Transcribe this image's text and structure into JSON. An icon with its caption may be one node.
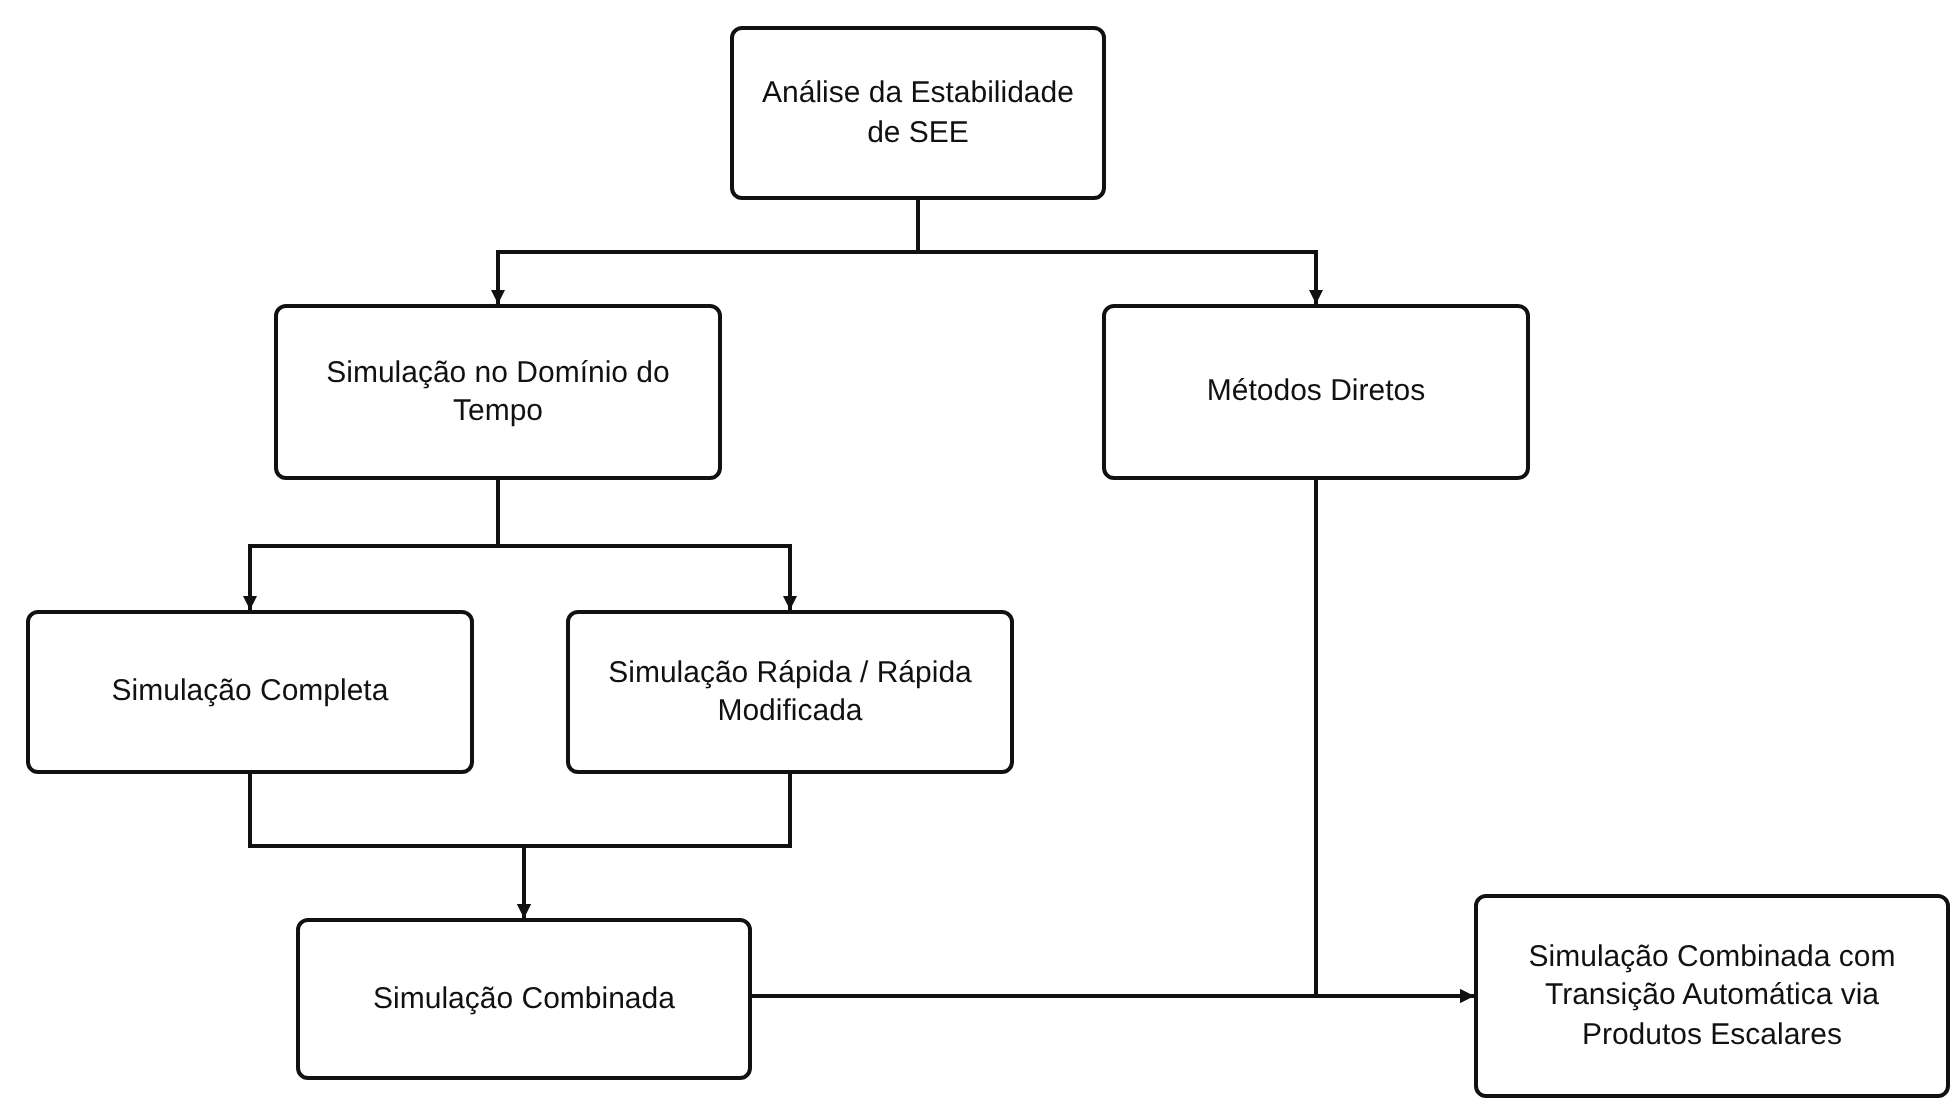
{
  "diagram": {
    "nodes": [
      {
        "text": [
          "Análise da Estabilidade de SEE"
        ]
      },
      {
        "text": [
          "Simulação no Domínio do Tempo"
        ]
      },
      {
        "text": [
          "Métodos Diretos"
        ]
      },
      {
        "text": [
          "Simulação Completa"
        ]
      },
      {
        "text": [
          "Simulação Rápida / Rápida Modificada"
        ]
      },
      {
        "text": [
          "Simulação Combinada"
        ]
      },
      {
        "text": [
          "Simulação Combinada com Transição Automática via Produtos Escalares"
        ]
      }
    ],
    "edges": [
      {
        "from": 0,
        "to": 1,
        "arrow": "to"
      },
      {
        "from": 0,
        "to": 2,
        "arrow": "to"
      },
      {
        "from": 1,
        "to": 3,
        "arrow": "to"
      },
      {
        "from": 1,
        "to": 4,
        "arrow": "to"
      },
      {
        "from": 3,
        "to": 5,
        "arrow": "to"
      },
      {
        "from": 4,
        "to": 5,
        "arrow": "to"
      },
      {
        "from": 2,
        "to": 6,
        "arrow": "to"
      },
      {
        "from": 5,
        "to": 6,
        "arrow": "to"
      }
    ]
  }
}
